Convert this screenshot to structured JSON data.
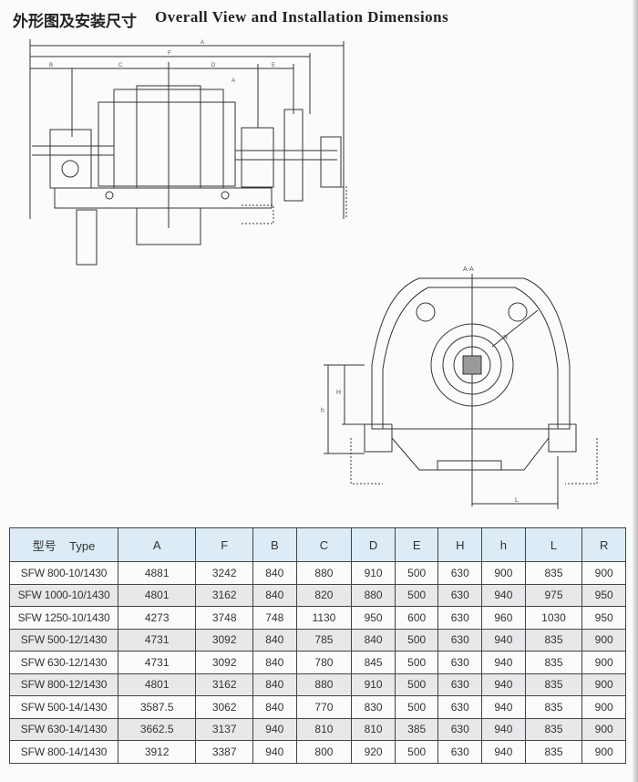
{
  "title": {
    "chinese": "外形图及安装尺寸",
    "english": "Overall View and Installation Dimensions"
  },
  "drawing": {
    "side_view_labels": [
      "A",
      "F",
      "B",
      "C",
      "D",
      "E",
      "A"
    ],
    "section_label": "A-A",
    "front_view_labels": [
      "R",
      "H",
      "h",
      "L"
    ]
  },
  "table": {
    "headers": {
      "type_cn": "型号",
      "type_en": "Type",
      "cols": [
        "A",
        "F",
        "B",
        "C",
        "D",
        "E",
        "H",
        "h",
        "L",
        "R"
      ]
    },
    "rows": [
      {
        "type": "SFW 800-10/1430",
        "values": [
          "4881",
          "3242",
          "840",
          "880",
          "910",
          "500",
          "630",
          "900",
          "835",
          "900"
        ]
      },
      {
        "type": "SFW 1000-10/1430",
        "values": [
          "4801",
          "3162",
          "840",
          "820",
          "880",
          "500",
          "630",
          "940",
          "975",
          "950"
        ]
      },
      {
        "type": "SFW 1250-10/1430",
        "values": [
          "4273",
          "3748",
          "748",
          "1130",
          "950",
          "600",
          "630",
          "960",
          "1030",
          "950"
        ]
      },
      {
        "type": "SFW 500-12/1430",
        "values": [
          "4731",
          "3092",
          "840",
          "785",
          "840",
          "500",
          "630",
          "940",
          "835",
          "900"
        ]
      },
      {
        "type": "SFW 630-12/1430",
        "values": [
          "4731",
          "3092",
          "840",
          "780",
          "845",
          "500",
          "630",
          "940",
          "835",
          "900"
        ]
      },
      {
        "type": "SFW 800-12/1430",
        "values": [
          "4801",
          "3162",
          "840",
          "880",
          "910",
          "500",
          "630",
          "940",
          "835",
          "900"
        ]
      },
      {
        "type": "SFW 500-14/1430",
        "values": [
          "3587.5",
          "3062",
          "840",
          "770",
          "830",
          "500",
          "630",
          "940",
          "835",
          "900"
        ]
      },
      {
        "type": "SFW 630-14/1430",
        "values": [
          "3662.5",
          "3137",
          "940",
          "810",
          "810",
          "385",
          "630",
          "940",
          "835",
          "900"
        ]
      },
      {
        "type": "SFW 800-14/1430",
        "values": [
          "3912",
          "3387",
          "940",
          "800",
          "920",
          "500",
          "630",
          "940",
          "835",
          "900"
        ]
      }
    ]
  }
}
